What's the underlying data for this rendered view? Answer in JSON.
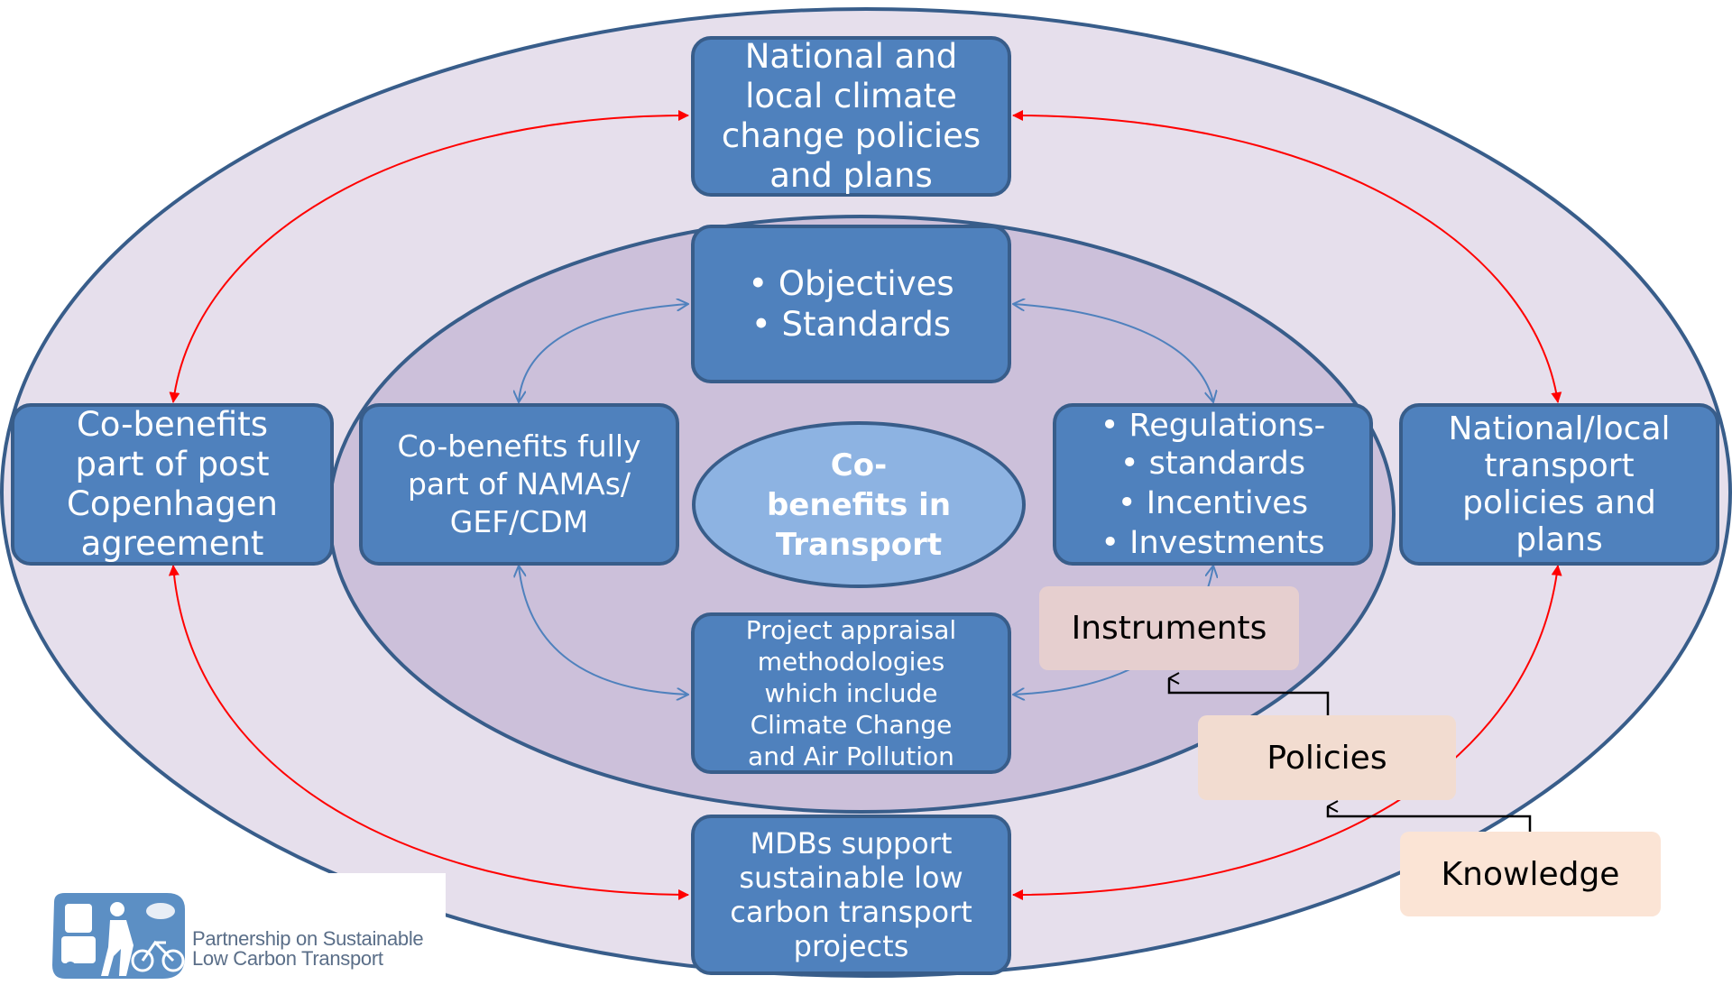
{
  "outer_left": [
    "Co-benefits",
    "part of post",
    "Copenhagen",
    "agreement"
  ],
  "outer_top": [
    "National and",
    "local climate",
    "change policies",
    "and plans"
  ],
  "outer_right": [
    "National/local",
    "transport",
    "policies and",
    "plans"
  ],
  "outer_bottom": [
    "MDBs support",
    "sustainable low",
    "carbon transport",
    "projects"
  ],
  "inner_top": [
    "Objectives",
    "Standards"
  ],
  "inner_left": [
    "Co-benefits fully",
    "part of NAMAs/",
    "GEF/CDM"
  ],
  "inner_right": [
    "Regulations-",
    "standards",
    "Incentives",
    "Investments"
  ],
  "inner_bottom": [
    "Project appraisal",
    "methodologies",
    "which include",
    "Climate Change",
    "and Air Pollution"
  ],
  "center": [
    "Co-",
    "benefits in",
    "Transport"
  ],
  "tags": {
    "instruments": "Instruments",
    "policies": "Policies",
    "knowledge": "Knowledge"
  },
  "logo": {
    "line1": "Partnership on Sustainable",
    "line2": "Low Carbon Transport"
  },
  "colors": {
    "box_fill": "#4f81bd",
    "box_border": "#385d8a",
    "outer_ellipse_fill": "#e6dfec",
    "inner_ellipse_fill": "#ccc0da",
    "center_fill": "#8db3e2",
    "outer_arrows": "#ff0000",
    "inner_arrows": "#4f81bd",
    "tag_instruments": "#e6cfcf",
    "tag_policies": "#f2dcd0",
    "tag_knowledge": "#fbe4d5"
  }
}
